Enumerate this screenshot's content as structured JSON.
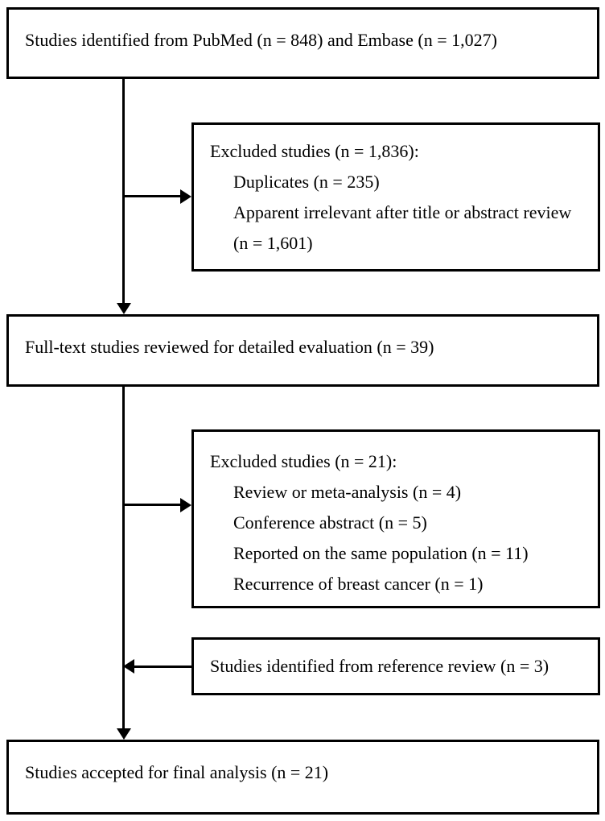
{
  "diagram": {
    "box_identification": {
      "text": "Studies identified from PubMed (n = 848) and Embase (n = 1,027)"
    },
    "box_excluded_screening": {
      "title": "Excluded studies (n = 1,836):",
      "item_duplicates": "Duplicates (n = 235)",
      "item_irrelevant": "Apparent irrelevant after title or abstract review (n = 1,601)"
    },
    "box_fulltext_review": {
      "text": "Full-text studies reviewed for detailed evaluation (n = 39)"
    },
    "box_excluded_fulltext": {
      "title": "Excluded studies (n = 21):",
      "item_review_meta": "Review or meta-analysis (n = 4)",
      "item_conference": "Conference abstract (n = 5)",
      "item_same_population": "Reported on the same population (n = 11)",
      "item_recurrence": "Recurrence of breast cancer (n = 1)"
    },
    "box_reference_review": {
      "text": "Studies identified from reference review (n = 3)"
    },
    "box_final_analysis": {
      "text": "Studies accepted for final analysis (n = 21)"
    }
  },
  "colors": {
    "border": "#000000",
    "background": "#ffffff",
    "text": "#000000"
  }
}
